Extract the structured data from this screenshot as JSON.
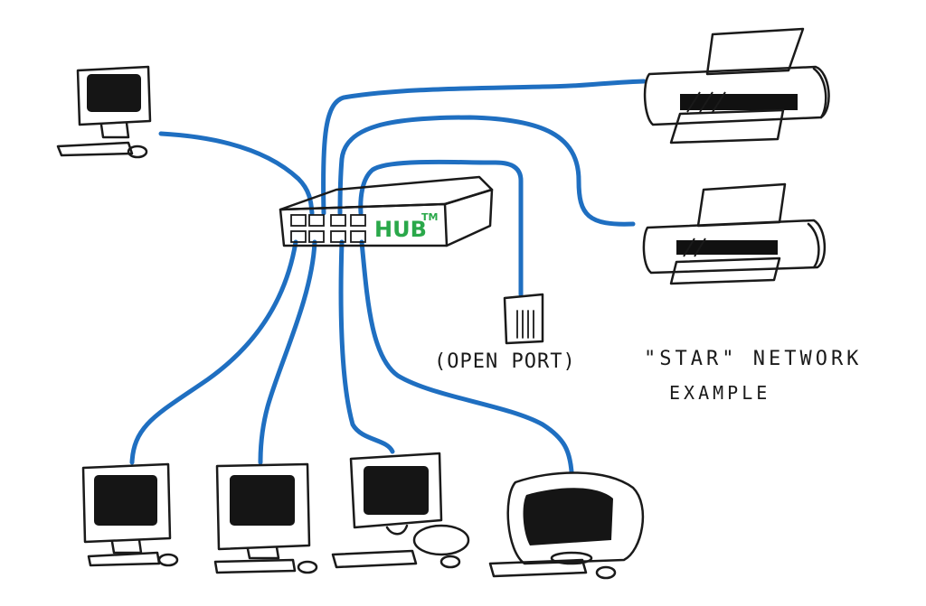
{
  "colors": {
    "cable": "#1f6fc1",
    "hub_label": "#2aa84a",
    "ink": "#1a1a1a"
  },
  "hub": {
    "label": "HUB",
    "trademark": "TM",
    "port_count": 8
  },
  "labels": {
    "open_port": "(OPEN PORT)",
    "title_line1": "\"STAR\" NETWORK",
    "title_line2": "EXAMPLE"
  },
  "nodes": [
    {
      "kind": "computer",
      "icon": "computer-icon"
    },
    {
      "kind": "printer",
      "icon": "printer-icon"
    },
    {
      "kind": "printer",
      "icon": "printer-icon"
    },
    {
      "kind": "open-port",
      "icon": "cable-plug-icon"
    },
    {
      "kind": "computer",
      "icon": "computer-icon"
    },
    {
      "kind": "computer",
      "icon": "computer-icon"
    },
    {
      "kind": "computer",
      "icon": "computer-icon"
    },
    {
      "kind": "computer",
      "icon": "computer-icon"
    }
  ]
}
